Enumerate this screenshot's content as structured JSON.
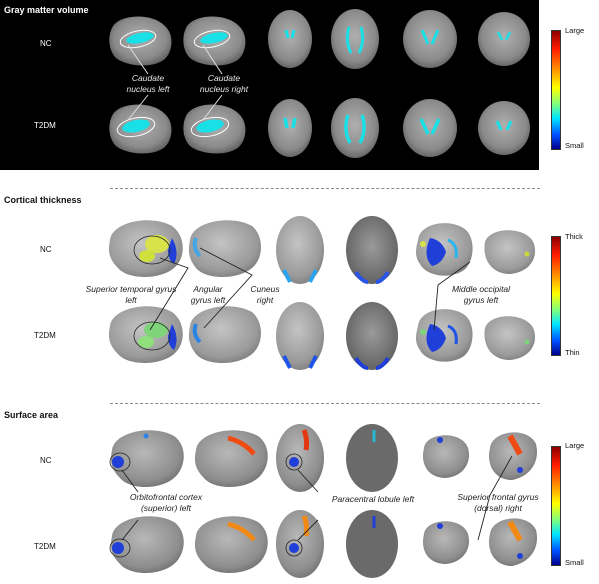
{
  "sections": [
    {
      "title": "Gray matter volume",
      "groups": [
        "NC",
        "T2DM"
      ],
      "regions": [
        "Caudate nucleus left",
        "Caudate nucleus right"
      ],
      "colorbar": {
        "max": "Large",
        "min": "Small"
      }
    },
    {
      "title": "Cortical thickness",
      "groups": [
        "NC",
        "T2DM"
      ],
      "regions": [
        "Superior temporal gyrus left",
        "Angular gyrus left",
        "Cuneus right",
        "Middle occipital gyrus left"
      ],
      "colorbar": {
        "max": "Thick",
        "min": "Thin"
      }
    },
    {
      "title": "Surface area",
      "groups": [
        "NC",
        "T2DM"
      ],
      "regions": [
        "Orbitofrontal cortex (superior) left",
        "Paracentral lobule left",
        "Superior frontal gyrus (dorsal) right"
      ],
      "colorbar": {
        "max": "Large",
        "min": "Small"
      }
    }
  ],
  "colors": {
    "panel_bg": "#000000",
    "brain_gray": "#8c8c8c",
    "highlight_cyan": "#19e0e6",
    "divider": "#8a8a8a"
  }
}
